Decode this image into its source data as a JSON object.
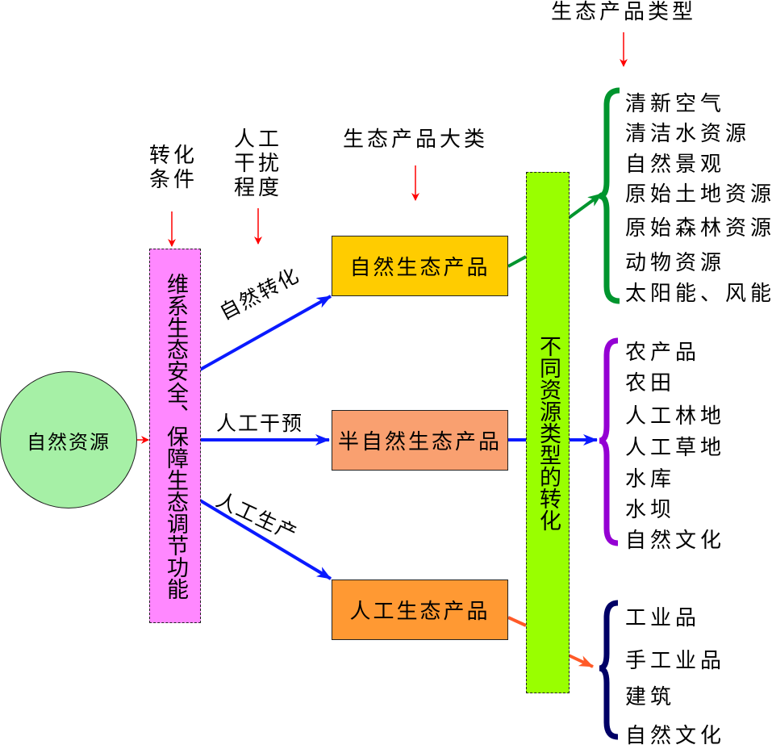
{
  "source": {
    "label": "自然资源"
  },
  "conditions": {
    "header_lines": [
      "转化",
      "条件"
    ],
    "box_text": "维系生态安全、保障生态调节功能"
  },
  "intervention": {
    "header_lines": [
      "人工",
      "干扰",
      "程度"
    ]
  },
  "paths": {
    "natural": "自然转化",
    "intervene": "人工干预",
    "produce": "人工生产"
  },
  "categories": {
    "header": "生态产品大类",
    "items": [
      "自然生态产品",
      "半自然生态产品",
      "人工生态产品"
    ]
  },
  "transform": {
    "box_text": "不同资源类型的转化"
  },
  "types": {
    "header": "生态产品类型",
    "natural": [
      "清新空气",
      "清洁水资源",
      "自然景观",
      "原始土地资源",
      "原始森林资源",
      "动物资源",
      "太阳能、风能"
    ],
    "semi": [
      "农产品",
      "农田",
      "人工林地",
      "人工草地",
      "水库",
      "水坝",
      "自然文化"
    ],
    "artificial": [
      "工业品",
      "手工业品",
      "建筑",
      "自然文化"
    ]
  },
  "colors": {
    "circle": "#a6f0a6",
    "pink": "#ff88ff",
    "yellow": "#ffcc00",
    "salmon": "#f9a070",
    "orange": "#ff9933",
    "lime": "#99ff00",
    "green": "#00952e",
    "purple": "#9400d3",
    "navy": "#000066",
    "blue": "#0a1aff",
    "red": "#ff0000",
    "orange_line": "#ff5a28"
  }
}
